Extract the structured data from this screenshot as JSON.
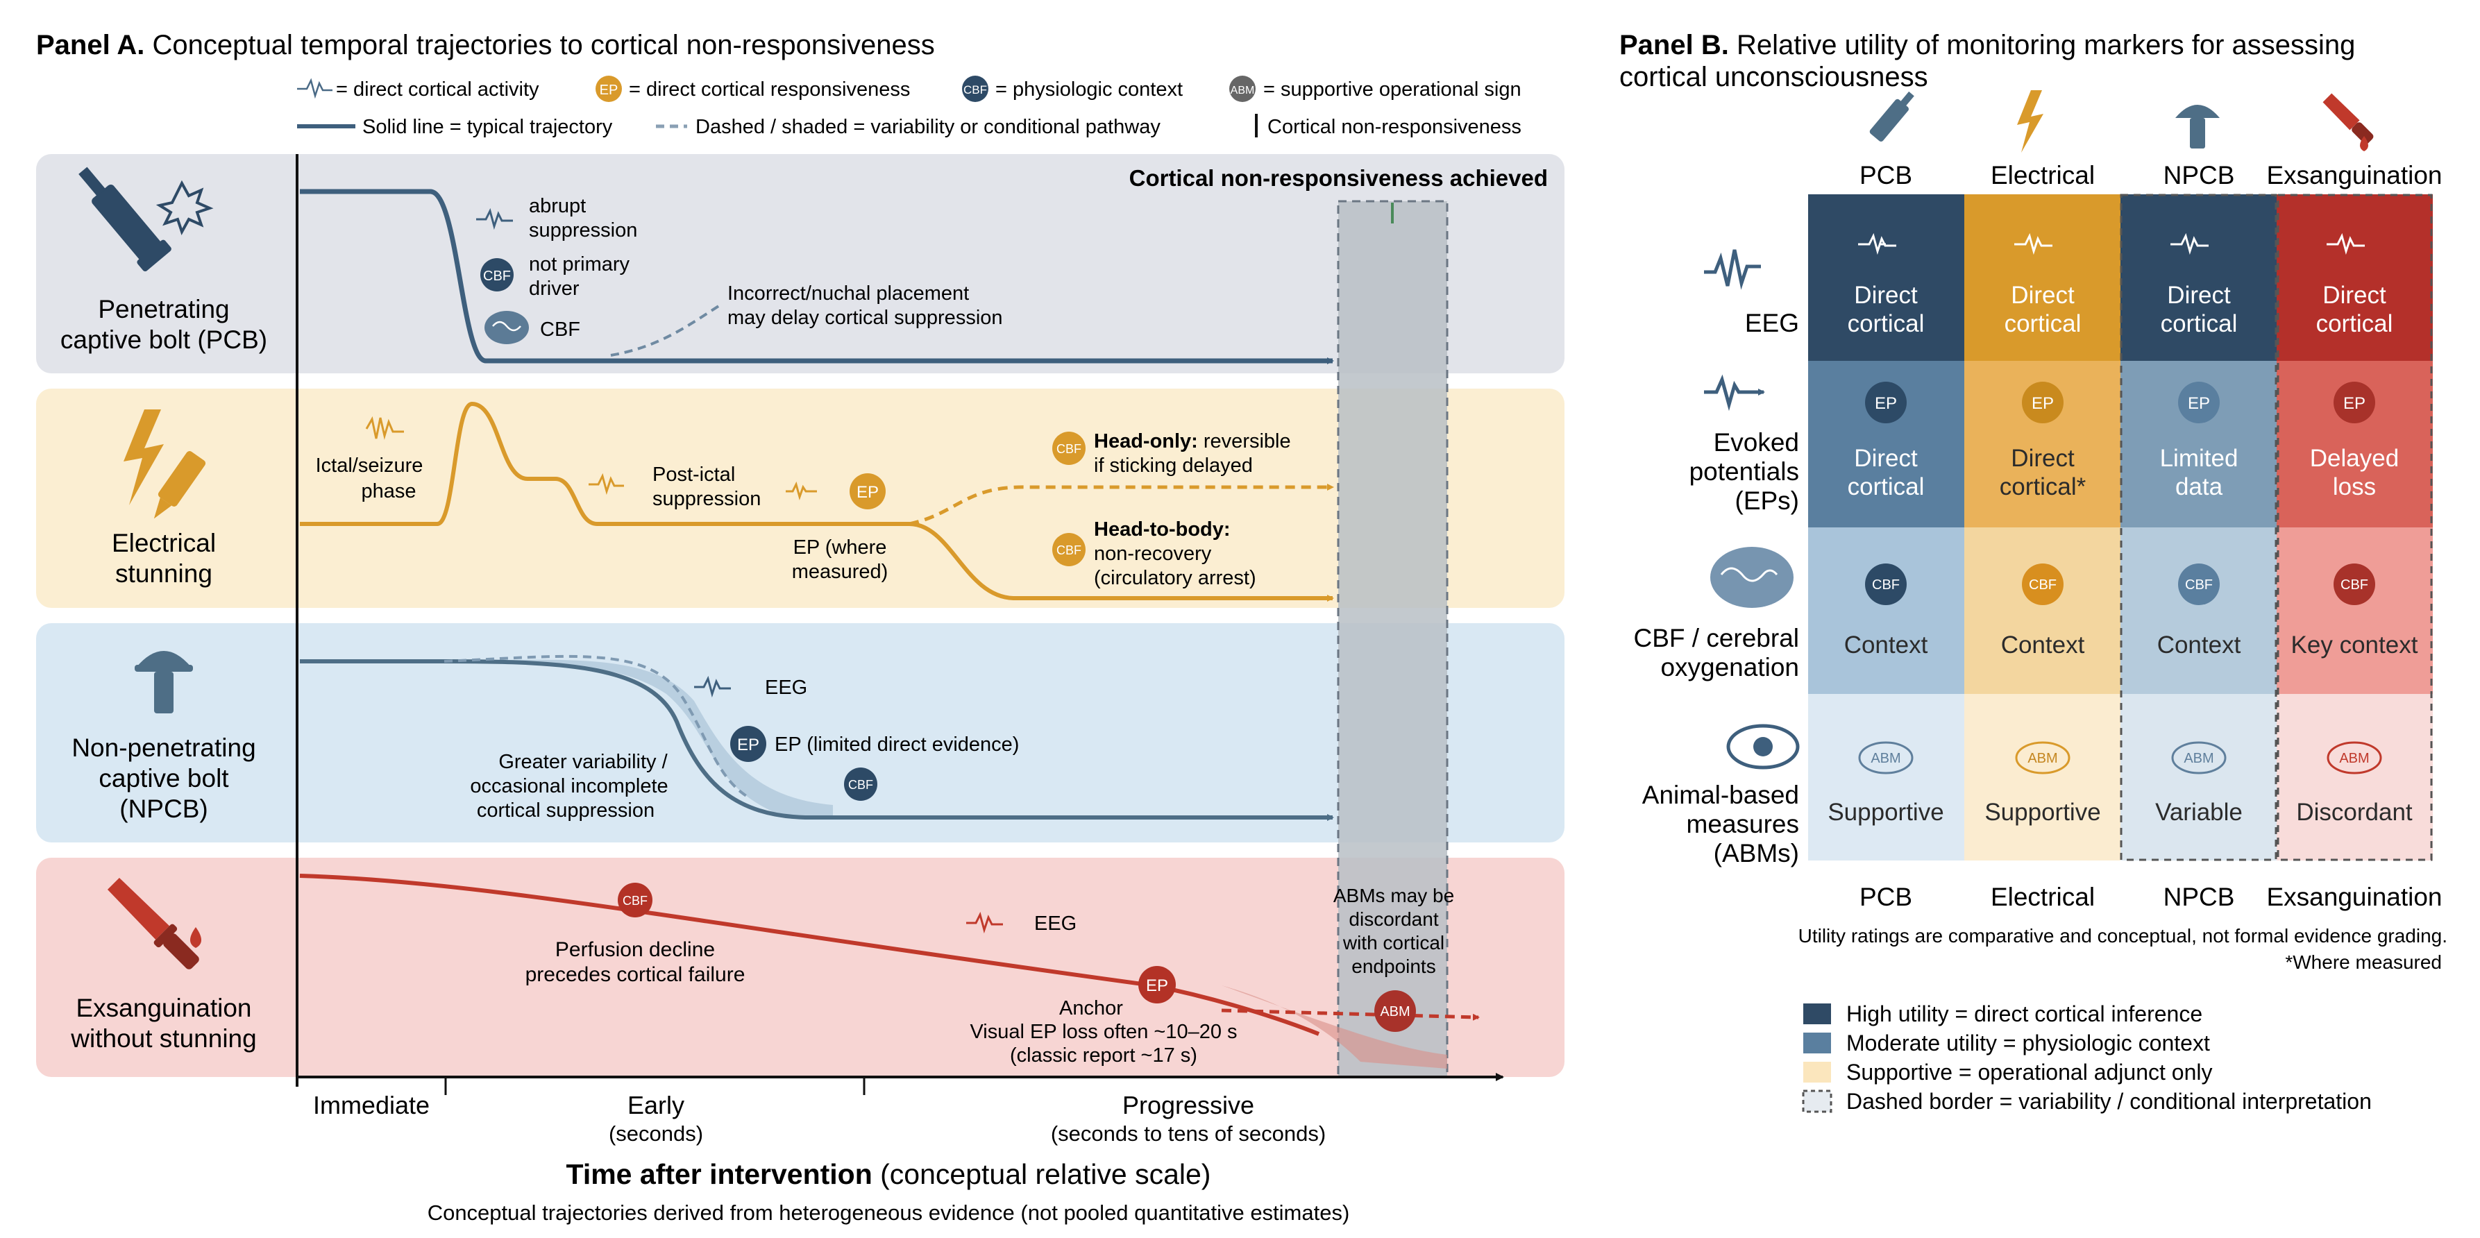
{
  "panel_a": {
    "label": "Panel A.",
    "title": "Conceptual temporal trajectories to cortical non-responsiveness",
    "legend": {
      "eeg": "= direct cortical activity",
      "ep_badge": "EP",
      "ep": "= direct cortical responsiveness",
      "cbf_badge": "CBF",
      "cbf": "= physiologic context",
      "abm_badge": "ABM",
      "abm": "= supportive operational sign",
      "solid": "Solid line = typical trajectory",
      "dashed": "Dashed / shaded = variability or conditional pathway",
      "bar": "Cortical non-responsiveness"
    },
    "achieved": "Cortical non-responsiveness achieved",
    "rows": {
      "pcb": {
        "name_1": "Penetrating",
        "name_2": "captive bolt (PCB)",
        "ann_abrupt": [
          "abrupt",
          "suppression"
        ],
        "ann_notprimary": [
          "not primary",
          "driver"
        ],
        "ann_cbf": "CBF",
        "ann_incorrect": [
          "Incorrect/nuchal placement",
          "may delay cortical suppression"
        ]
      },
      "electrical": {
        "name_1": "Electrical",
        "name_2": "stunning",
        "ann_ictal": [
          "Ictal/seizure",
          "phase"
        ],
        "ann_postictal": [
          "Post-ictal",
          "suppression"
        ],
        "ann_ep": [
          "EP (where",
          "measured)"
        ],
        "ann_headonly_bold": "Head-only:",
        "ann_headonly": [
          " reversible",
          "if sticking delayed"
        ],
        "ann_headbody_bold": "Head-to-body:",
        "ann_headbody": [
          "non-recovery",
          "(circulatory arrest)"
        ]
      },
      "npcb": {
        "name_1": "Non-penetrating",
        "name_2": "captive bolt",
        "name_3": "(NPCB)",
        "ann_eeg": "EEG",
        "ann_ep": "EP (limited direct evidence)",
        "ann_var": [
          "Greater variability /",
          "occasional incomplete",
          "cortical suppression"
        ]
      },
      "exsang": {
        "name_1": "Exsanguination",
        "name_2": "without stunning",
        "ann_perf": [
          "Perfusion decline",
          "precedes cortical failure"
        ],
        "ann_eeg": "EEG",
        "ann_anchor": [
          "Anchor",
          "Visual EP loss often ~10–20 s",
          "(classic report ~17 s)"
        ],
        "ann_abm": [
          "ABMs may be",
          "discordant",
          "with cortical",
          "endpoints"
        ]
      }
    },
    "axis": {
      "t_immediate": "Immediate",
      "t_early": "Early",
      "t_early_sub": "(seconds)",
      "t_prog": "Progressive",
      "t_prog_sub": "(seconds to tens of seconds)",
      "title_bold": "Time after intervention",
      "title_rest": " (conceptual relative scale)",
      "footnote": "Conceptual trajectories derived from heterogeneous evidence (not pooled quantitative estimates)"
    }
  },
  "panel_b": {
    "label": "Panel B.",
    "title_1": "Relative utility of monitoring markers for assessing",
    "title_2": "cortical unconsciousness",
    "columns": [
      "PCB",
      "Electrical",
      "NPCB",
      "Exsanguination"
    ],
    "row_labels": {
      "eeg": [
        "EEG"
      ],
      "ep": [
        "Evoked",
        "potentials",
        "(EPs)"
      ],
      "cbf": [
        "CBF / cerebral",
        "oxygenation"
      ],
      "abm": [
        "Animal-based",
        "measures",
        "(ABMs)"
      ]
    },
    "cells": {
      "eeg": [
        [
          "Direct",
          "cortical"
        ],
        [
          "Direct",
          "cortical"
        ],
        [
          "Direct",
          "cortical"
        ],
        [
          "Direct",
          "cortical"
        ]
      ],
      "ep": [
        [
          "Direct",
          "cortical"
        ],
        [
          "Direct",
          "cortical*"
        ],
        [
          "Limited",
          "data"
        ],
        [
          "Delayed",
          "loss"
        ]
      ],
      "cbf": [
        [
          "Context"
        ],
        [
          "Context"
        ],
        [
          "Context"
        ],
        [
          "Key context"
        ]
      ],
      "abm": [
        [
          "Supportive"
        ],
        [
          "Supportive"
        ],
        [
          "Variable"
        ],
        [
          "Discordant"
        ]
      ]
    },
    "note_1": "Utility ratings are comparative and conceptual, not formal evidence grading.",
    "note_2": "*Where measured",
    "legend": [
      "High utility = direct cortical inference",
      "Moderate utility = physiologic context",
      "Supportive = operational adjunct only",
      "Dashed border = variability / conditional interpretation"
    ]
  },
  "colors": {
    "pcb": "#3e5f7d",
    "electrical": "#d99a2b",
    "npcb": "#4e6e86",
    "exsang": "#c0392b",
    "pcb_bg": "#e2e4ea",
    "electrical_bg": "#fbeed2",
    "npcb_bg": "#d9e8f3",
    "exsang_bg": "#f7d5d3"
  }
}
